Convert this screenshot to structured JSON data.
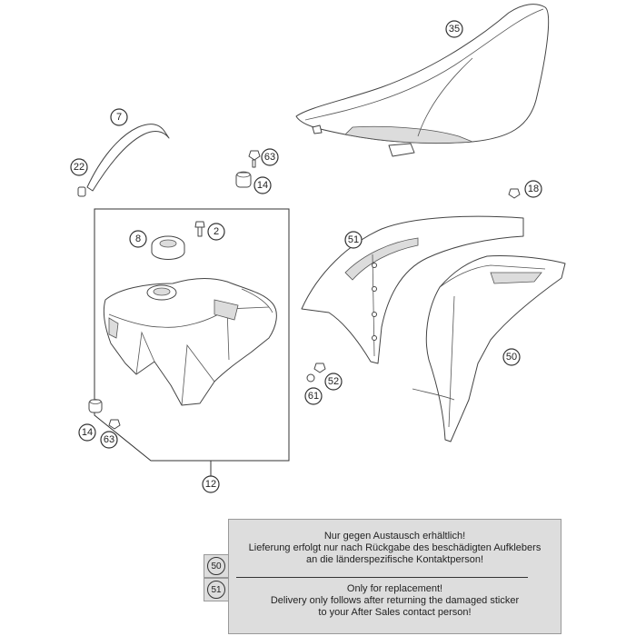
{
  "callouts": {
    "seat": "35",
    "vent_hose": "7",
    "hose_fitting": "22",
    "screw_upper": "63",
    "grommet_upper": "14",
    "fuel_cap": "8",
    "cap_screw": "2",
    "screw_right": "18",
    "spoiler_left": "51",
    "spoiler_right": "50",
    "spoiler_washer": "52",
    "spoiler_screw": "61",
    "grommet_lower": "14",
    "screw_lower": "63",
    "fuel_tank": "12"
  },
  "note": {
    "de_line1": "Nur gegen Austausch erhältlich!",
    "de_line2": "Lieferung erfolgt nur nach Rückgabe des beschädigten Aufklebers",
    "de_line3": "an die länderspezifische Kontaktperson!",
    "en_line1": "Only for replacement!",
    "en_line2": "Delivery only follows after returning the damaged sticker",
    "en_line3": "to your After Sales contact person!",
    "refs": [
      "50",
      "51"
    ]
  }
}
